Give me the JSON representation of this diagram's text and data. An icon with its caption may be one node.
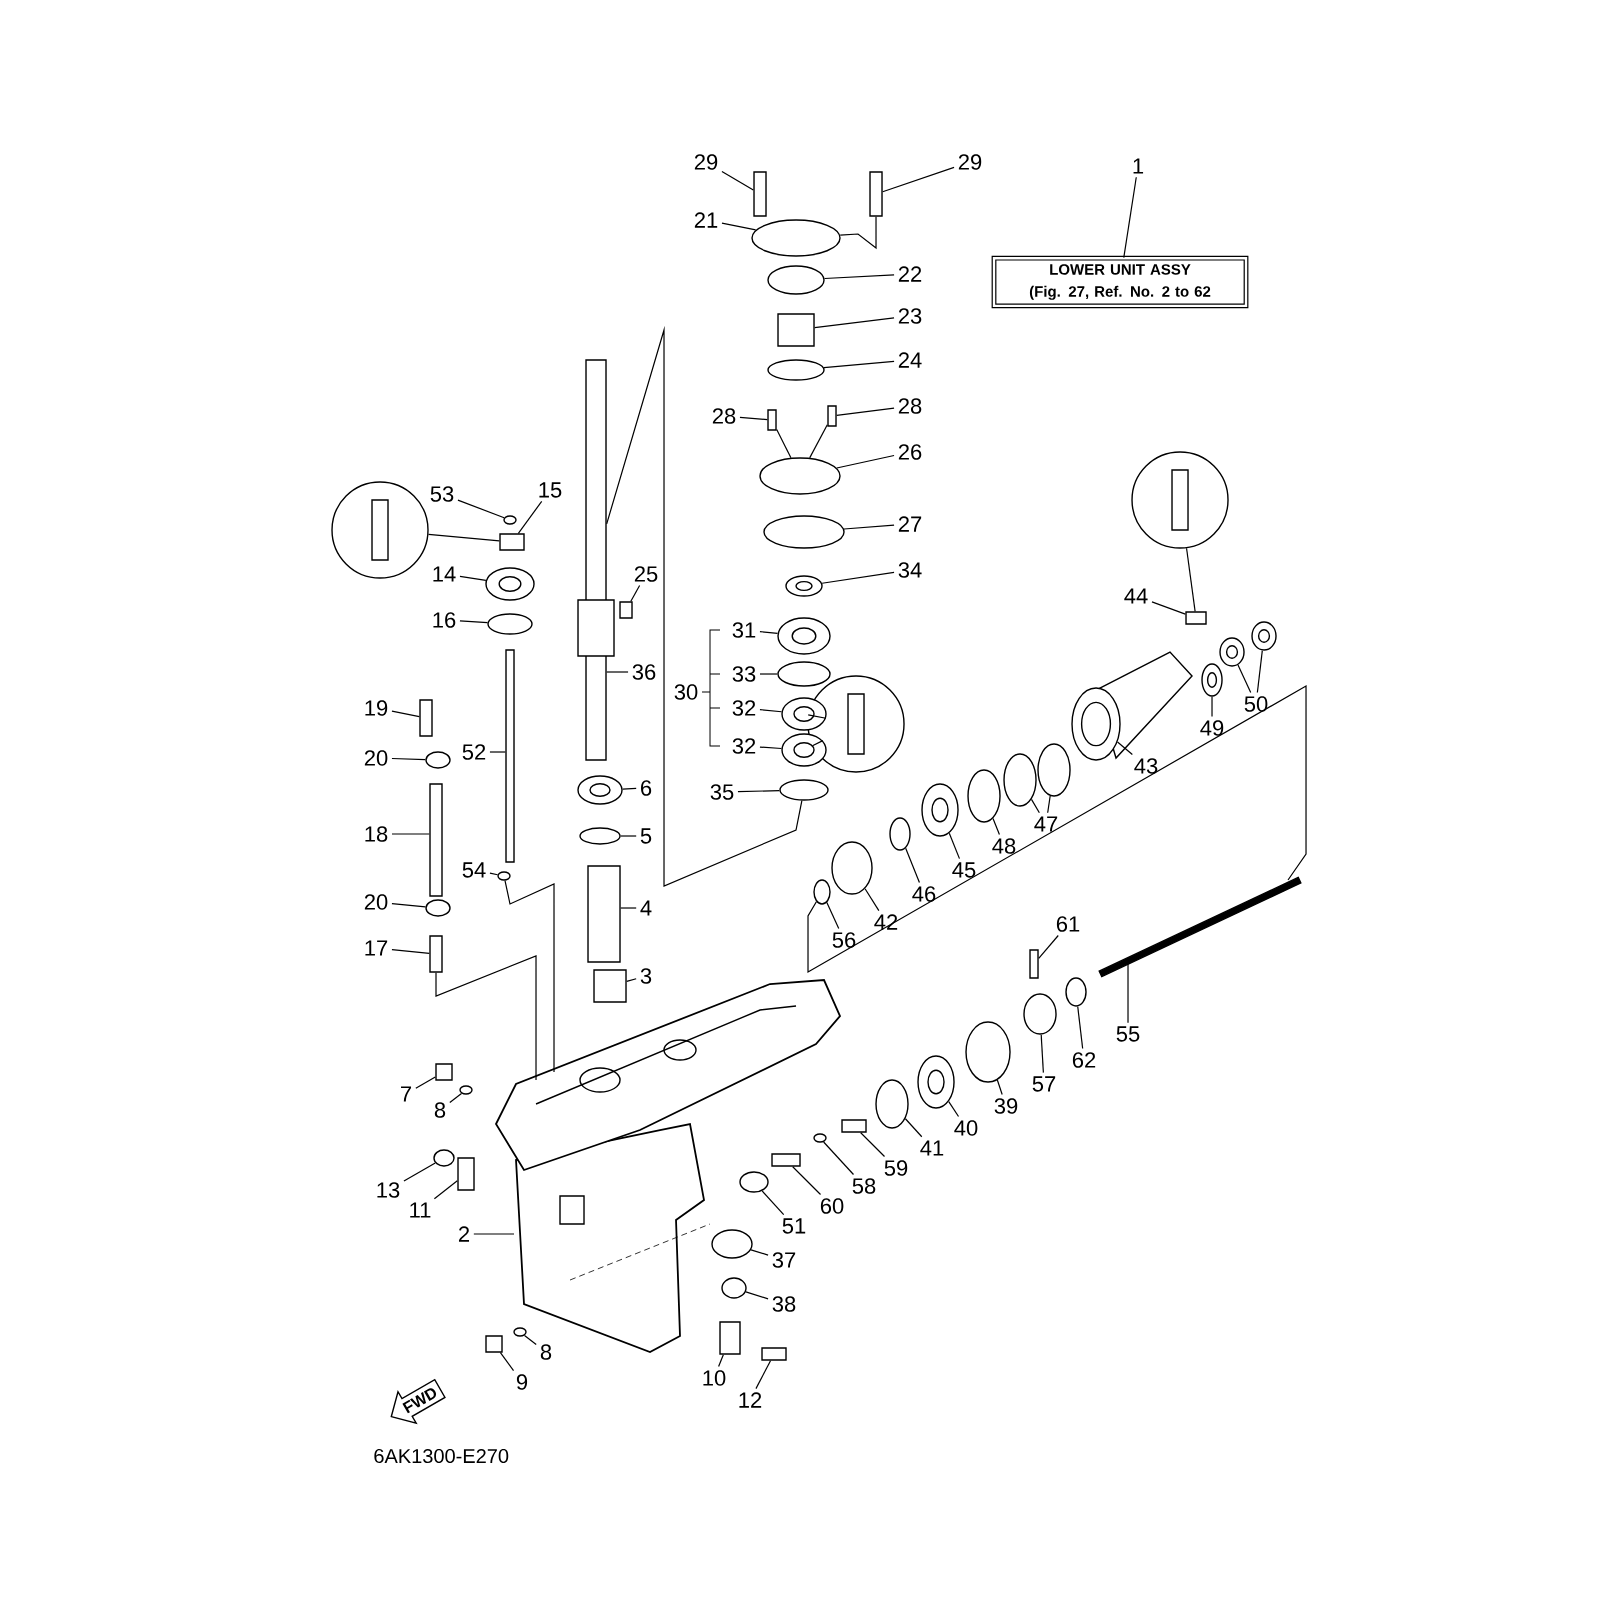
{
  "diagram": {
    "nodes": [
      {
        "text": [
          "29"
        ]
      },
      {
        "text": [
          "29"
        ]
      },
      {
        "text": [
          "1"
        ]
      },
      {
        "text": [
          "LOWER UNIT ASSY",
          "(Fig. 27, Ref. No. 2 to 62"
        ]
      },
      {
        "text": [
          "21"
        ]
      },
      {
        "text": [
          "22"
        ]
      },
      {
        "text": [
          "23"
        ]
      },
      {
        "text": [
          "24"
        ]
      },
      {
        "text": [
          "28"
        ]
      },
      {
        "text": [
          "28"
        ]
      },
      {
        "text": [
          "26"
        ]
      },
      {
        "text": [
          "53"
        ]
      },
      {
        "text": [
          "15"
        ]
      },
      {
        "text": [
          "27"
        ]
      },
      {
        "text": [
          "14"
        ]
      },
      {
        "text": [
          "25"
        ]
      },
      {
        "text": [
          "34"
        ]
      },
      {
        "text": [
          "44"
        ]
      },
      {
        "text": [
          "16"
        ]
      },
      {
        "text": [
          "31"
        ]
      },
      {
        "text": [
          "36"
        ]
      },
      {
        "text": [
          "33"
        ]
      },
      {
        "text": [
          "30"
        ]
      },
      {
        "text": [
          "50"
        ]
      },
      {
        "text": [
          "19"
        ]
      },
      {
        "text": [
          "32"
        ]
      },
      {
        "text": [
          "49"
        ]
      },
      {
        "text": [
          "32"
        ]
      },
      {
        "text": [
          "52"
        ]
      },
      {
        "text": [
          "20"
        ]
      },
      {
        "text": [
          "43"
        ]
      },
      {
        "text": [
          "6"
        ]
      },
      {
        "text": [
          "35"
        ]
      },
      {
        "text": [
          "47"
        ]
      },
      {
        "text": [
          "18"
        ]
      },
      {
        "text": [
          "5"
        ]
      },
      {
        "text": [
          "48"
        ]
      },
      {
        "text": [
          "45"
        ]
      },
      {
        "text": [
          "54"
        ]
      },
      {
        "text": [
          "46"
        ]
      },
      {
        "text": [
          "20"
        ]
      },
      {
        "text": [
          "4"
        ]
      },
      {
        "text": [
          "42"
        ]
      },
      {
        "text": [
          "61"
        ]
      },
      {
        "text": [
          "56"
        ]
      },
      {
        "text": [
          "17"
        ]
      },
      {
        "text": [
          "3"
        ]
      },
      {
        "text": [
          "55"
        ]
      },
      {
        "text": [
          "62"
        ]
      },
      {
        "text": [
          "57"
        ]
      },
      {
        "text": [
          "7"
        ]
      },
      {
        "text": [
          "39"
        ]
      },
      {
        "text": [
          "8"
        ]
      },
      {
        "text": [
          "40"
        ]
      },
      {
        "text": [
          "41"
        ]
      },
      {
        "text": [
          "59"
        ]
      },
      {
        "text": [
          "58"
        ]
      },
      {
        "text": [
          "13"
        ]
      },
      {
        "text": [
          "60"
        ]
      },
      {
        "text": [
          "11"
        ]
      },
      {
        "text": [
          "51"
        ]
      },
      {
        "text": [
          "2"
        ]
      },
      {
        "text": [
          "37"
        ]
      },
      {
        "text": [
          "38"
        ]
      },
      {
        "text": [
          "8"
        ]
      },
      {
        "text": [
          "10"
        ]
      },
      {
        "text": [
          "9"
        ]
      },
      {
        "text": [
          "12"
        ]
      },
      {
        "text": [
          "FWD"
        ]
      },
      {
        "text": [],
        "shape": "circle"
      },
      {
        "text": [],
        "shape": "circle"
      },
      {
        "text": [],
        "shape": "circle"
      },
      {
        "text": [],
        "shape": "box"
      },
      {
        "text": [],
        "shape": "box"
      },
      {
        "text": [],
        "shape": "ellipse"
      },
      {
        "text": [],
        "shape": "ellipse"
      },
      {
        "text": [],
        "shape": "box"
      },
      {
        "text": [],
        "shape": "ellipse"
      },
      {
        "text": [],
        "shape": "box"
      },
      {
        "text": [],
        "shape": "box"
      },
      {
        "text": [],
        "shape": "ellipse"
      },
      {
        "text": [],
        "shape": "ellipse"
      },
      {
        "text": [],
        "shape": "box"
      },
      {
        "text": [],
        "shape": "ellipse"
      },
      {
        "text": [],
        "shape": "ring"
      },
      {
        "text": [],
        "shape": "box"
      },
      {
        "text": [],
        "shape": "ring"
      },
      {
        "text": [],
        "shape": "box"
      },
      {
        "text": [],
        "shape": "ellipse"
      },
      {
        "text": [],
        "shape": "ring"
      },
      {
        "text": [],
        "shape": "box"
      },
      {
        "text": [],
        "shape": "ellipse"
      },
      {
        "text": [],
        "shape": "ring"
      },
      {
        "text": [],
        "shape": "ring"
      },
      {
        "text": [],
        "shape": "box"
      },
      {
        "text": [],
        "shape": "ring"
      },
      {
        "text": [],
        "shape": "ring"
      },
      {
        "text": [],
        "shape": "ring"
      },
      {
        "text": [],
        "shape": "box"
      },
      {
        "text": [],
        "shape": "ellipse"
      },
      {
        "text": [],
        "shape": "picture"
      },
      {
        "text": [],
        "shape": "ring"
      },
      {
        "text": [],
        "shape": "ellipse"
      },
      {
        "text": [],
        "shape": "ellipse"
      },
      {
        "text": [],
        "shape": "ellipse"
      },
      {
        "text": [],
        "shape": "box"
      },
      {
        "text": [],
        "shape": "ellipse"
      },
      {
        "text": [],
        "shape": "ellipse"
      },
      {
        "text": [],
        "shape": "ring"
      },
      {
        "text": [],
        "shape": "ellipse"
      },
      {
        "text": [],
        "shape": "ellipse"
      },
      {
        "text": [],
        "shape": "ellipse"
      },
      {
        "text": [],
        "shape": "box"
      },
      {
        "text": [],
        "shape": "ellipse"
      },
      {
        "text": [],
        "shape": "box"
      },
      {
        "text": [],
        "shape": "ellipse"
      },
      {
        "text": [],
        "shape": "box"
      },
      {
        "text": [],
        "shape": "box"
      },
      {
        "text": [],
        "shape": "bar"
      },
      {
        "text": [],
        "shape": "ellipse"
      },
      {
        "text": [],
        "shape": "ellipse"
      },
      {
        "text": [],
        "shape": "box"
      },
      {
        "text": [],
        "shape": "ellipse"
      },
      {
        "text": [],
        "shape": "ellipse"
      },
      {
        "text": [],
        "shape": "ring"
      },
      {
        "text": [],
        "shape": "ellipse"
      },
      {
        "text": [],
        "shape": "box"
      },
      {
        "text": [],
        "shape": "ellipse"
      },
      {
        "text": [],
        "shape": "ellipse"
      },
      {
        "text": [],
        "shape": "box"
      },
      {
        "text": [],
        "shape": "box"
      },
      {
        "text": [],
        "shape": "ellipse"
      },
      {
        "text": [],
        "shape": "picture"
      },
      {
        "text": [],
        "shape": "ellipse"
      },
      {
        "text": [],
        "shape": "ellipse"
      },
      {
        "text": [],
        "shape": "ellipse"
      },
      {
        "text": [],
        "shape": "box"
      },
      {
        "text": [],
        "shape": "box"
      },
      {
        "text": [],
        "shape": "box"
      }
    ],
    "edges": [
      {
        "from": 0,
        "to": 72,
        "arrow": "none"
      },
      {
        "from": 1,
        "to": 73,
        "arrow": "none"
      },
      {
        "from": 2,
        "to": 3,
        "arrow": "none"
      },
      {
        "from": 4,
        "to": 74,
        "arrow": "none"
      },
      {
        "from": 5,
        "to": 75,
        "arrow": "none"
      },
      {
        "from": 6,
        "to": 76,
        "arrow": "none"
      },
      {
        "from": 7,
        "to": 77,
        "arrow": "none"
      },
      {
        "from": 8,
        "to": 78,
        "arrow": "none"
      },
      {
        "from": 9,
        "to": 79,
        "arrow": "none"
      },
      {
        "from": 10,
        "to": 80,
        "arrow": "none"
      },
      {
        "from": 11,
        "to": 81,
        "arrow": "none"
      },
      {
        "from": 12,
        "to": 82,
        "arrow": "none"
      },
      {
        "from": 13,
        "to": 83,
        "arrow": "none"
      },
      {
        "from": 14,
        "to": 84,
        "arrow": "none"
      },
      {
        "from": 15,
        "to": 85,
        "arrow": "none"
      },
      {
        "from": 16,
        "to": 86,
        "arrow": "none"
      },
      {
        "from": 17,
        "to": 87,
        "arrow": "none"
      },
      {
        "from": 18,
        "to": 88,
        "arrow": "none"
      },
      {
        "from": 19,
        "to": 89,
        "arrow": "none"
      },
      {
        "from": 20,
        "to": 90,
        "arrow": "none"
      },
      {
        "from": 21,
        "to": 91,
        "arrow": "none"
      },
      {
        "from": 23,
        "to": 92,
        "arrow": "none"
      },
      {
        "from": 23,
        "to": 93,
        "arrow": "none"
      },
      {
        "from": 24,
        "to": 94,
        "arrow": "none"
      },
      {
        "from": 25,
        "to": 95,
        "arrow": "none"
      },
      {
        "from": 26,
        "to": 96,
        "arrow": "none"
      },
      {
        "from": 27,
        "to": 97,
        "arrow": "none"
      },
      {
        "from": 28,
        "to": 98,
        "arrow": "none"
      },
      {
        "from": 29,
        "to": 99,
        "arrow": "none"
      },
      {
        "from": 30,
        "to": 100,
        "arrow": "none"
      },
      {
        "from": 31,
        "to": 101,
        "arrow": "none"
      },
      {
        "from": 32,
        "to": 102,
        "arrow": "none"
      },
      {
        "from": 33,
        "to": 103,
        "arrow": "none"
      },
      {
        "from": 33,
        "to": 104,
        "arrow": "none"
      },
      {
        "from": 34,
        "to": 105,
        "arrow": "none"
      },
      {
        "from": 35,
        "to": 106,
        "arrow": "none"
      },
      {
        "from": 36,
        "to": 107,
        "arrow": "none"
      },
      {
        "from": 37,
        "to": 108,
        "arrow": "none"
      },
      {
        "from": 38,
        "to": 109,
        "arrow": "none"
      },
      {
        "from": 39,
        "to": 110,
        "arrow": "none"
      },
      {
        "from": 40,
        "to": 111,
        "arrow": "none"
      },
      {
        "from": 41,
        "to": 112,
        "arrow": "none"
      },
      {
        "from": 42,
        "to": 113,
        "arrow": "none"
      },
      {
        "from": 43,
        "to": 114,
        "arrow": "none"
      },
      {
        "from": 44,
        "to": 115,
        "arrow": "none"
      },
      {
        "from": 45,
        "to": 116,
        "arrow": "none"
      },
      {
        "from": 46,
        "to": 117,
        "arrow": "none"
      },
      {
        "from": 47,
        "to": 118,
        "arrow": "none"
      },
      {
        "from": 48,
        "to": 119,
        "arrow": "none"
      },
      {
        "from": 49,
        "to": 120,
        "arrow": "none"
      },
      {
        "from": 50,
        "to": 121,
        "arrow": "none"
      },
      {
        "from": 51,
        "to": 122,
        "arrow": "none"
      },
      {
        "from": 52,
        "to": 123,
        "arrow": "none"
      },
      {
        "from": 53,
        "to": 124,
        "arrow": "none"
      },
      {
        "from": 54,
        "to": 125,
        "arrow": "none"
      },
      {
        "from": 55,
        "to": 126,
        "arrow": "none"
      },
      {
        "from": 56,
        "to": 127,
        "arrow": "none"
      },
      {
        "from": 57,
        "to": 128,
        "arrow": "none"
      },
      {
        "from": 58,
        "to": 129,
        "arrow": "none"
      },
      {
        "from": 59,
        "to": 130,
        "arrow": "none"
      },
      {
        "from": 60,
        "to": 131,
        "arrow": "none"
      },
      {
        "from": 61,
        "to": 132,
        "arrow": "none"
      },
      {
        "from": 62,
        "to": 133,
        "arrow": "none"
      },
      {
        "from": 63,
        "to": 134,
        "arrow": "none"
      },
      {
        "from": 64,
        "to": 135,
        "arrow": "none"
      },
      {
        "from": 65,
        "to": 136,
        "arrow": "none"
      },
      {
        "from": 66,
        "to": 137,
        "arrow": "none"
      },
      {
        "from": 67,
        "to": 138,
        "arrow": "none"
      },
      {
        "from": 69,
        "to": 82,
        "arrow": "none"
      },
      {
        "from": 70,
        "to": 97,
        "arrow": "none"
      },
      {
        "from": 71,
        "to": 87,
        "arrow": "none"
      },
      {
        "from": 73,
        "to": 74,
        "arrow": "none"
      },
      {
        "from": 78,
        "to": 80,
        "arrow": "none"
      },
      {
        "from": 79,
        "to": 80,
        "arrow": "none"
      },
      {
        "from": 90,
        "to": 102,
        "arrow": "none"
      },
      {
        "from": 109,
        "to": 132,
        "arrow": "none"
      },
      {
        "from": 116,
        "to": 132,
        "arrow": "none"
      },
      {
        "from": 115,
        "to": 118,
        "arrow": "none"
      },
      {
        "from": 70,
        "to": 95,
        "arrow": "none"
      }
    ],
    "labels": [
      "6AK1300-E270"
    ]
  }
}
